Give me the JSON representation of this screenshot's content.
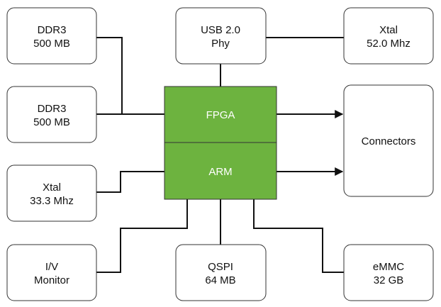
{
  "blocks": {
    "ddr3_a": [
      "DDR3",
      "500 MB"
    ],
    "ddr3_b": [
      "DDR3",
      "500 MB"
    ],
    "xtal_33": [
      "Xtal",
      "33.3 Mhz"
    ],
    "iv_monitor": [
      "I/V",
      "Monitor"
    ],
    "usb_phy": [
      "USB 2.0",
      "Phy"
    ],
    "xtal_52": [
      "Xtal",
      "52.0 Mhz"
    ],
    "connectors": [
      "Connectors"
    ],
    "qspi": [
      "QSPI",
      "64 MB"
    ],
    "emmc": [
      "eMMC",
      "32 GB"
    ],
    "fpga": [
      "FPGA"
    ],
    "arm": [
      "ARM"
    ]
  },
  "colors": {
    "chip_fill": "#6db33f",
    "chip_text": "#ffffff",
    "line": "#111111"
  }
}
